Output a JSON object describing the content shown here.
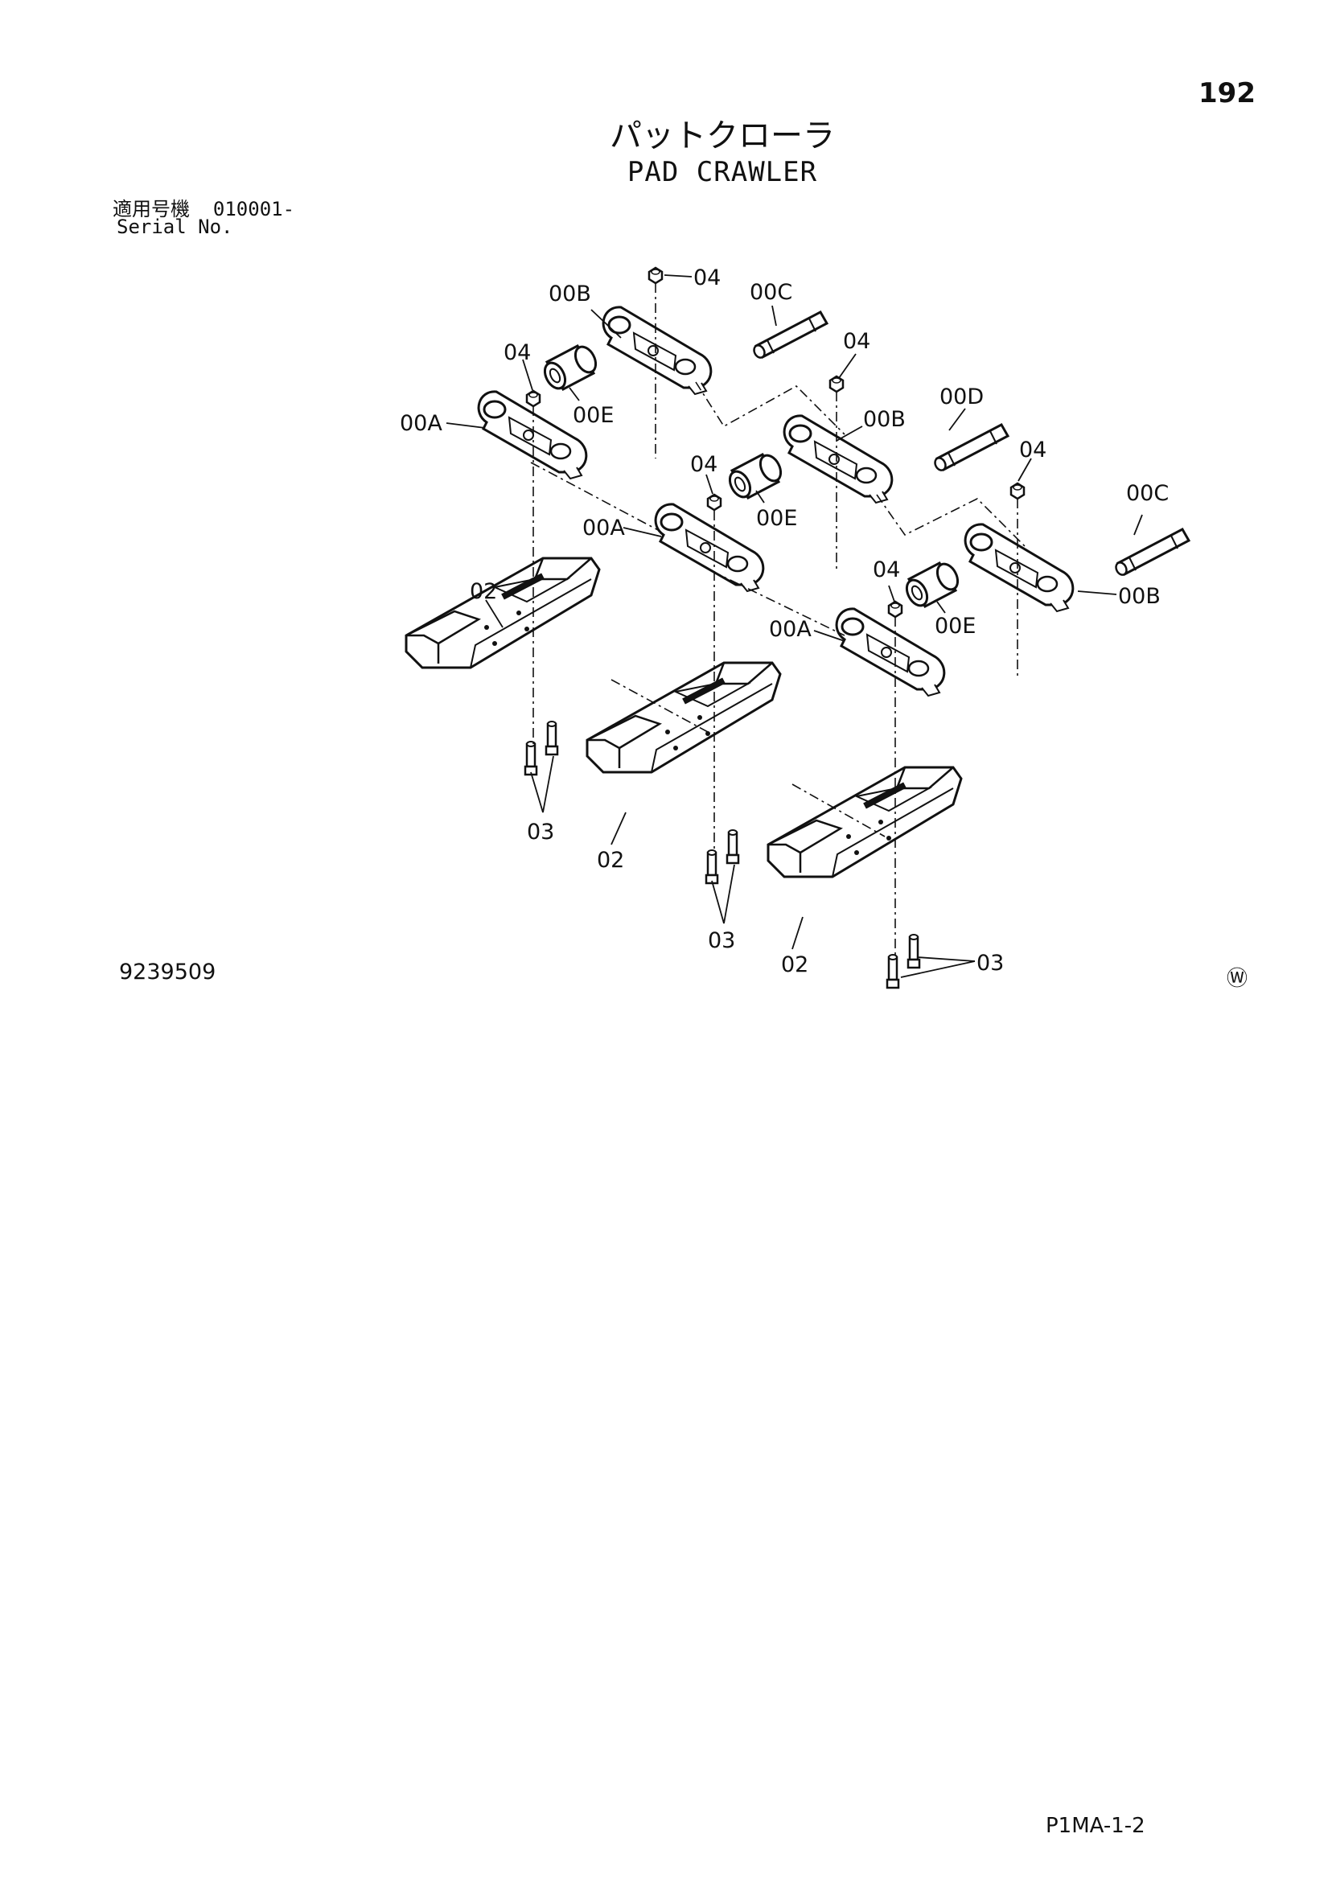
{
  "header": {
    "page_number": "192",
    "title_jp": "パットクローラ",
    "title_en": "PAD CRAWLER",
    "serial_label_jp": "適用号機",
    "serial_value": "010001-",
    "serial_label_en": "Serial No."
  },
  "diagram": {
    "callouts": {
      "link_a": "00A",
      "link_b": "00B",
      "pin_c": "00C",
      "pin_d": "00D",
      "bushing_e": "00E",
      "shoe_pad": "02",
      "bolt": "03",
      "nut": "04"
    }
  },
  "footer": {
    "figure_number": "9239509",
    "maker_mark": "Ⓦ",
    "page_code": "P1MA-1-2"
  }
}
